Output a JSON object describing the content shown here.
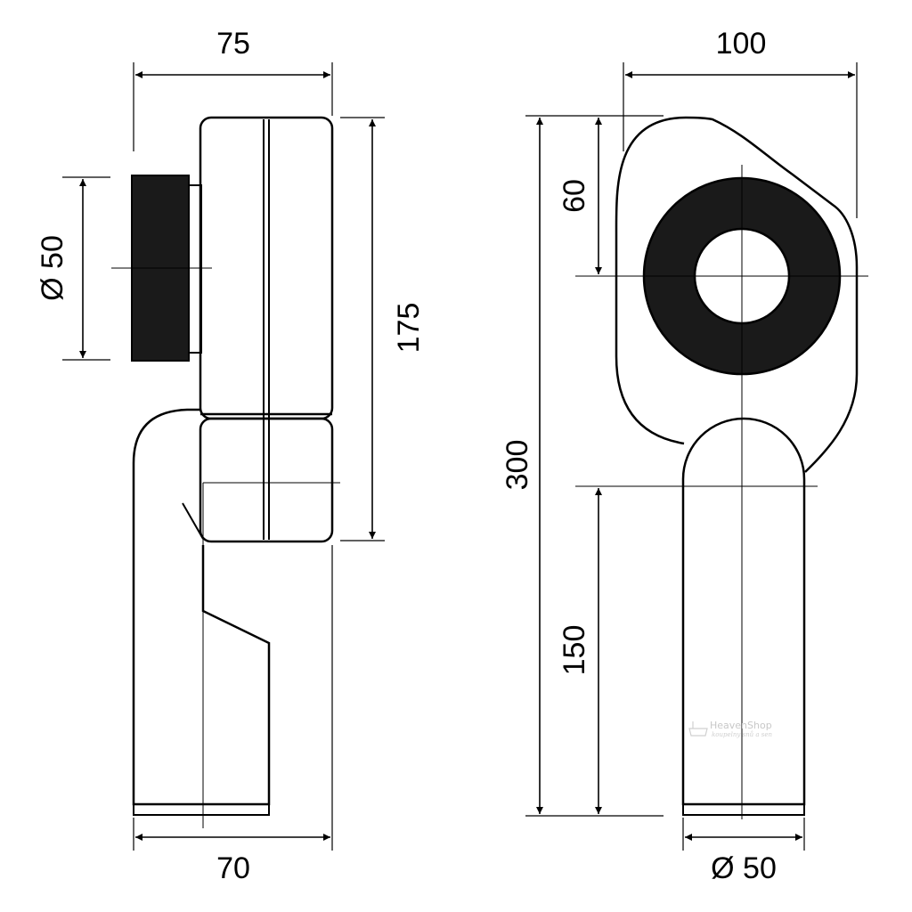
{
  "side_view": {
    "dim_top": "75",
    "dim_height": "175",
    "dim_inlet": "Ø 50",
    "dim_bottom": "70"
  },
  "front_view": {
    "dim_top": "100",
    "dim_total": "300",
    "dim_center": "60",
    "dim_lower": "150",
    "dim_outlet": "Ø 50"
  },
  "watermark": {
    "brand": "HeavenShop",
    "tagline": "koupelny snů a sen"
  },
  "colors": {
    "line": "#000000",
    "seal": "#1a1a1a",
    "background": "#ffffff"
  }
}
